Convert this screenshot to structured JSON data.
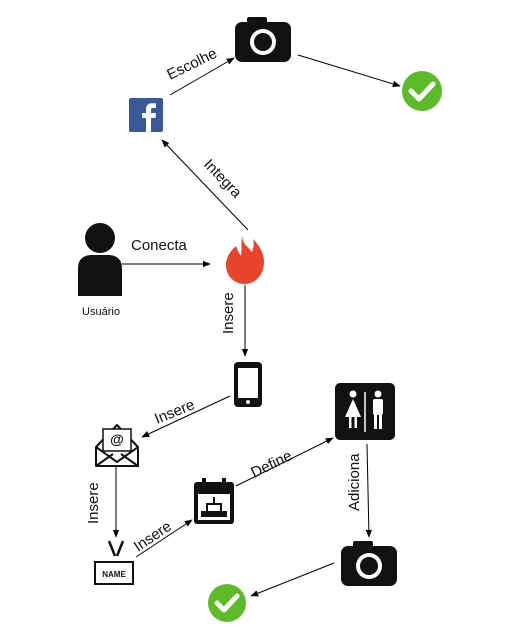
{
  "nodes": {
    "user_label": "Usuário",
    "badge_text": "NAME",
    "email_symbol": "@"
  },
  "edges": {
    "escolhe": "Escolhe",
    "integra": "Integra",
    "conecta": "Conecta",
    "insere_phone": "Insere",
    "insere_email": "Insere",
    "insere_badge": "Insere",
    "insere_calendar": "Insere",
    "define": "Define",
    "adiciona": "Adiciona"
  },
  "icons": {
    "camera": "camera-icon",
    "check": "check-icon",
    "facebook": "facebook-icon",
    "tinder": "tinder-flame-icon",
    "user": "user-icon",
    "phone": "smartphone-icon",
    "email": "email-envelope-icon",
    "badge": "name-badge-icon",
    "calendar": "calendar-icon",
    "restroom": "restroom-icon"
  },
  "colors": {
    "check": "#5dbb2a",
    "facebook": "#3b5998",
    "tinder": "#e8432c",
    "icon": "#111111"
  }
}
